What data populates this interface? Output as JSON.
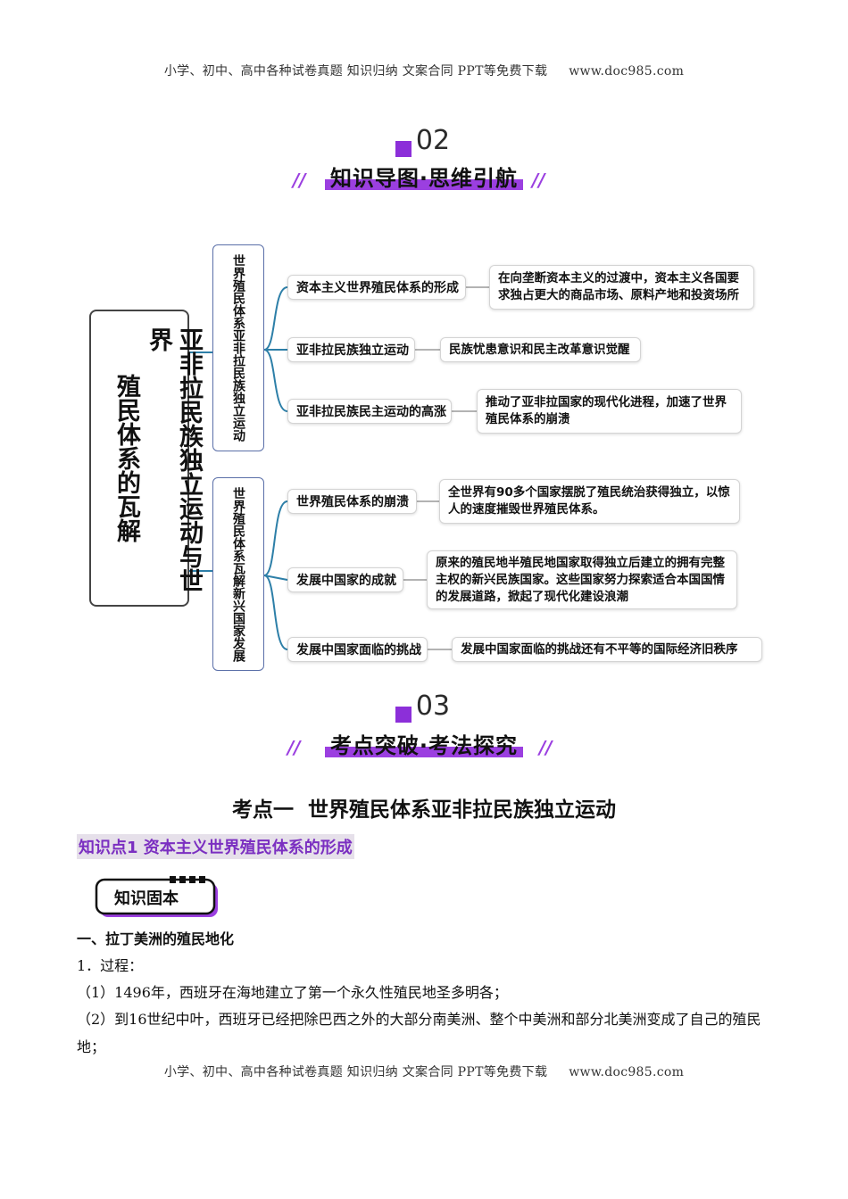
{
  "header": {
    "text": "小学、初中、高中各种试卷真题  知识归纳  文案合同  PPT等免费下载",
    "url": "www.doc985.com"
  },
  "footer": {
    "text": "小学、初中、高中各种试卷真题  知识归纳  文案合同  PPT等免费下载",
    "url": "www.doc985.com"
  },
  "section02": {
    "number": "02",
    "title": "知识导图·思维引航",
    "deco": "//"
  },
  "mindmap": {
    "root_col1": "亚非拉民族独立运动与世界",
    "root_col2": "殖民体系的瓦解",
    "branch1": {
      "label": "世界殖民体系亚非拉民族独立运动",
      "nodes": [
        {
          "label": "资本主义世界殖民体系的形成",
          "detail": "在向垄断资本主义的过渡中，资本主义各国要求独占更大的商品市场、原料产地和投资场所"
        },
        {
          "label": "亚非拉民族独立运动",
          "detail": "民族忧患意识和民主改革意识觉醒"
        },
        {
          "label": "亚非拉民族民主运动的高涨",
          "detail": "推动了亚非拉国家的现代化进程，加速了世界殖民体系的崩溃"
        }
      ]
    },
    "branch2": {
      "label": "世界殖民体系瓦解新兴国家发展",
      "nodes": [
        {
          "label": "世界殖民体系的崩溃",
          "detail": "全世界有90多个国家摆脱了殖民统治获得独立，以惊人的速度摧毁世界殖民体系。"
        },
        {
          "label": "发展中国家的成就",
          "detail": "原来的殖民地半殖民地国家取得独立后建立的拥有完整主权的新兴民族国家。这些国家努力探索适合本国国情的发展道路，掀起了现代化建设浪潮"
        },
        {
          "label": "发展中国家面临的挑战",
          "detail": "发展中国家面临的挑战还有不平等的国际经济旧秩序"
        }
      ]
    }
  },
  "section03": {
    "number": "03",
    "title": "考点突破·考法探究",
    "deco": "//"
  },
  "kaodian": "考点一  世界殖民体系亚非拉民族独立运动",
  "zhishidian": "知识点1 资本主义世界殖民体系的形成",
  "badge": "知识固本",
  "content": {
    "heading1": "一、拉丁美洲的殖民地化",
    "item1": "1．过程：",
    "p1": "（1）1496年，西班牙在海地建立了第一个永久性殖民地圣多明各；",
    "p2": "（2）到16世纪中叶，西班牙已经把除巴西之外的大部分南美洲、整个中美洲和部分北美洲变成了自己的殖民地；"
  },
  "colors": {
    "accent_purple": "#9b3fe0",
    "branch_border": "#5a6fa8",
    "connector": "#2d7fa8"
  }
}
